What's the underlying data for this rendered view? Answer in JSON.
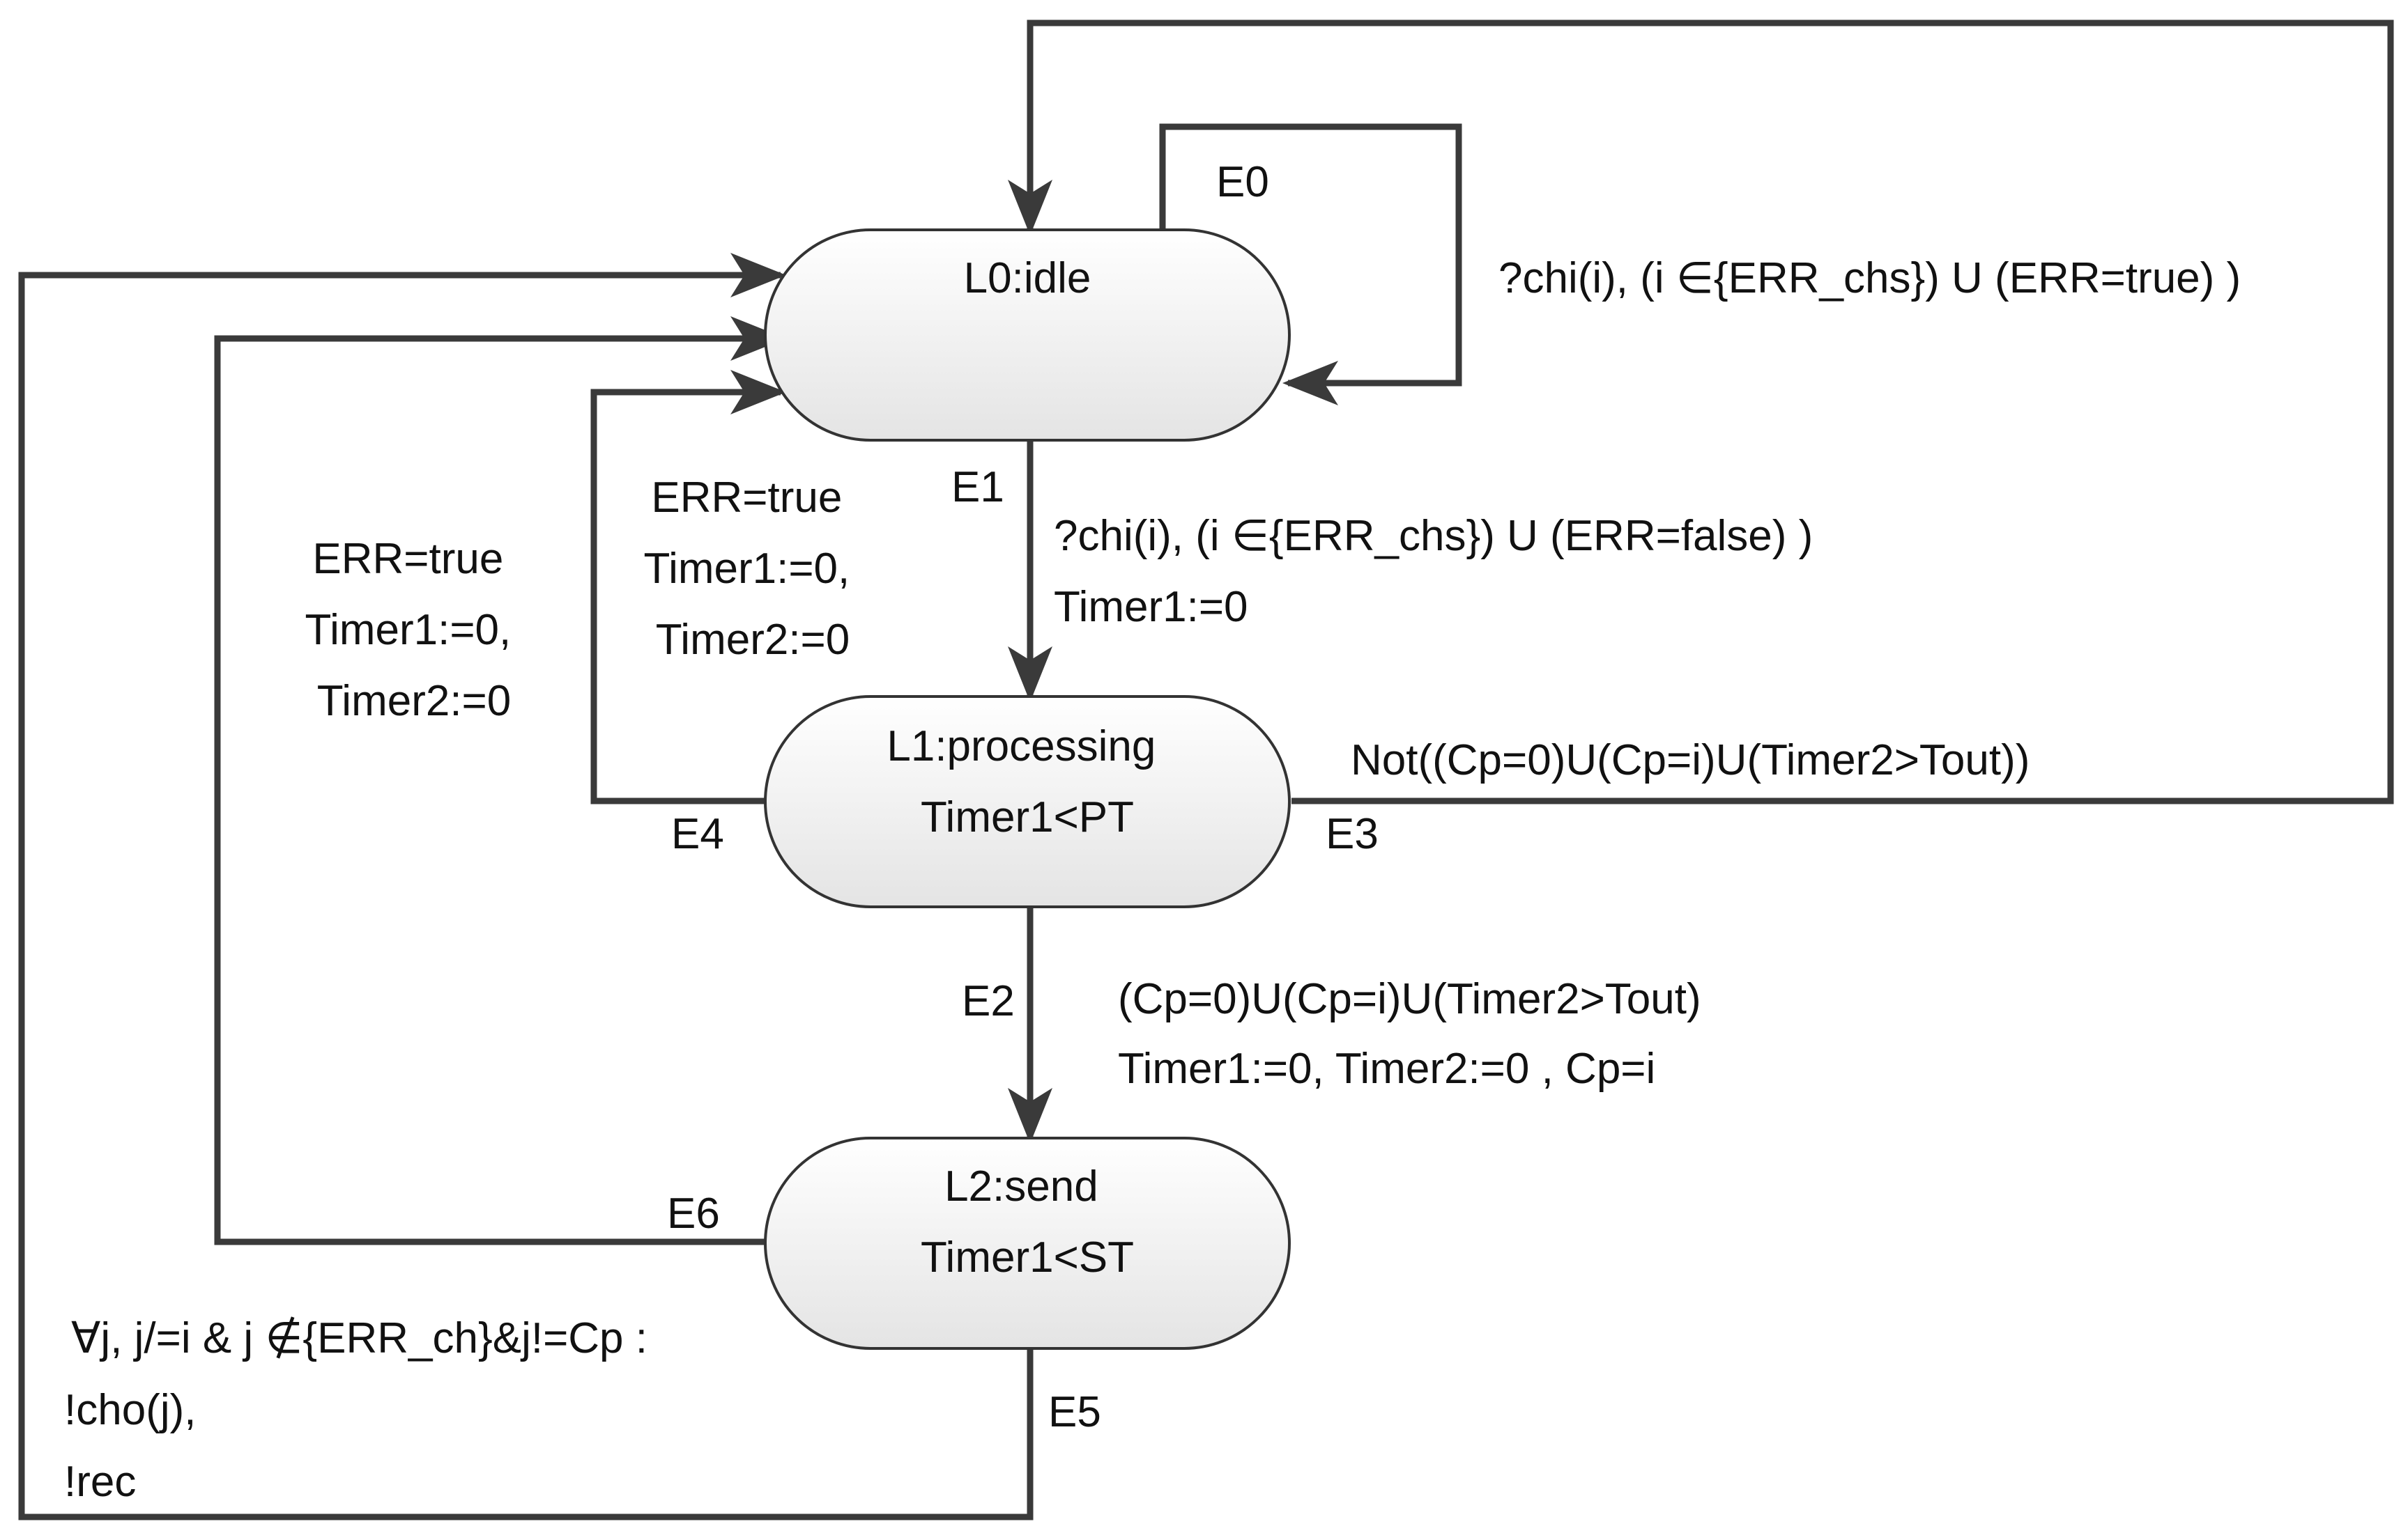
{
  "states": [
    {
      "id": "L0",
      "lines": [
        "L0:idle"
      ]
    },
    {
      "id": "L1",
      "lines": [
        "L1:processing",
        "Timer1<PT"
      ]
    },
    {
      "id": "L2",
      "lines": [
        "L2:send",
        "Timer1<ST"
      ]
    }
  ],
  "edges": [
    {
      "id": "E0",
      "label": "E0",
      "from": "L0",
      "to": "L0",
      "guard": [
        "?chi(i), (i ∈{ERR_chs}) U (ERR=true) )"
      ]
    },
    {
      "id": "E1",
      "label": "E1",
      "from": "L0",
      "to": "L1",
      "guard": [
        "?chi(i), (i ∈{ERR_chs}) U (ERR=false) )",
        "Timer1:=0"
      ]
    },
    {
      "id": "E2",
      "label": "E2",
      "from": "L1",
      "to": "L2",
      "guard": [
        "(Cp=0)U(Cp=i)U(Timer2>Tout)",
        "Timer1:=0, Timer2:=0 , Cp=i"
      ]
    },
    {
      "id": "E3",
      "label": "E3",
      "from": "L1",
      "to": "L0",
      "guard": [
        "Not((Cp=0)U(Cp=i)U(Timer2>Tout))"
      ]
    },
    {
      "id": "E4",
      "label": "E4",
      "from": "L1",
      "to": "L0",
      "guard": [
        "ERR=true",
        "Timer1:=0,",
        "Timer2:=0"
      ]
    },
    {
      "id": "E5",
      "label": "E5",
      "from": "L2",
      "to": "L0",
      "guard": [
        "∀j, j/=i & j ∉{ERR_ch}&j!=Cp :",
        "!cho(j),",
        "!rec"
      ]
    },
    {
      "id": "E6",
      "label": "E6",
      "from": "L2",
      "to": "L0",
      "guard": [
        "ERR=true",
        "Timer1:=0,",
        "Timer2:=0"
      ]
    }
  ],
  "colors": {
    "edge": "#3a3a3a",
    "node_fill_top": "#ffffff",
    "node_fill_bottom": "#e6e6e6",
    "node_stroke": "#333333"
  }
}
